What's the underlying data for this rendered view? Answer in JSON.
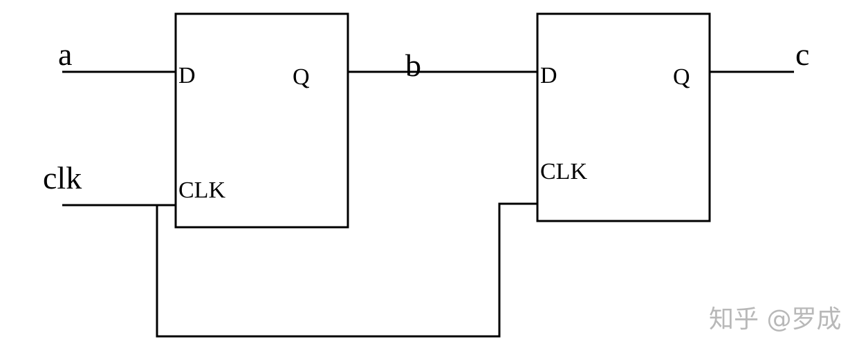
{
  "signals": {
    "a": "a",
    "b": "b",
    "c": "c",
    "clk": "clk"
  },
  "flipflop_1": {
    "d_label": "D",
    "q_label": "Q",
    "clk_label": "CLK"
  },
  "flipflop_2": {
    "d_label": "D",
    "q_label": "Q",
    "clk_label": "CLK"
  },
  "watermark": {
    "text": "知乎 @罗成"
  }
}
